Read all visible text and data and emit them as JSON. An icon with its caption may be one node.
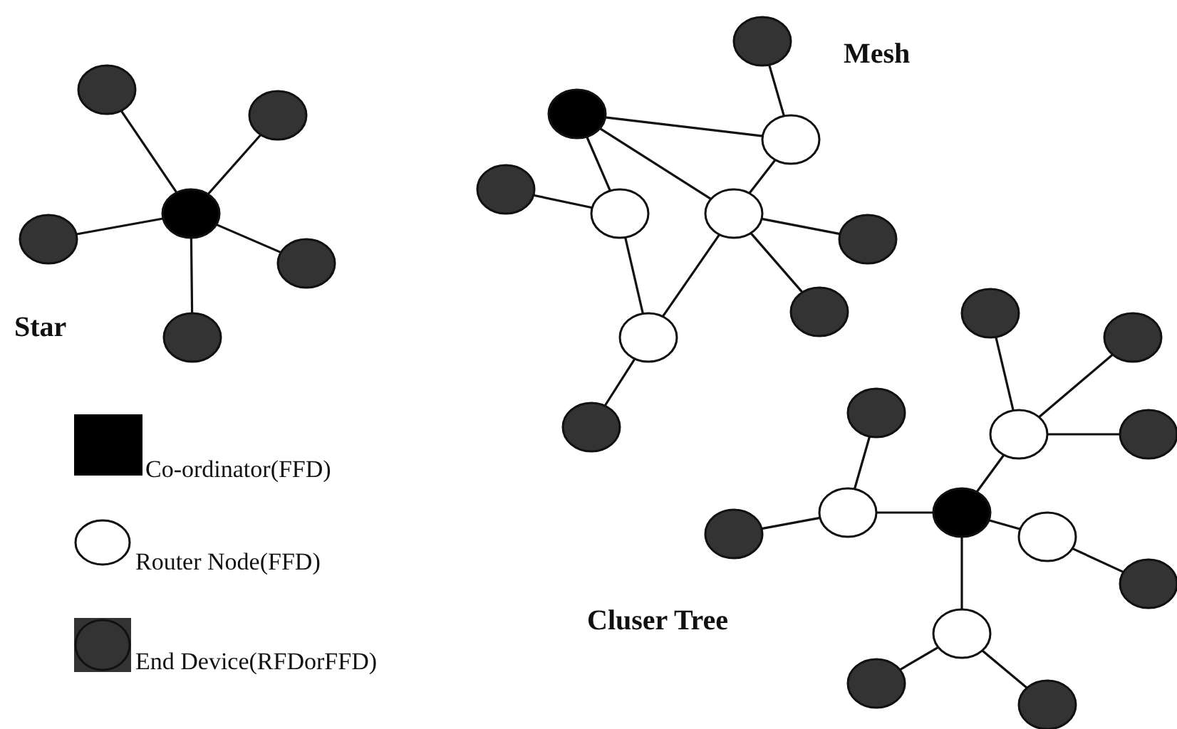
{
  "diagram": {
    "nodes": [
      {
        "text": [],
        "shape": "circle"
      },
      {
        "text": [],
        "shape": "circle"
      },
      {
        "text": [],
        "shape": "circle"
      },
      {
        "text": [],
        "shape": "circle"
      },
      {
        "text": [],
        "shape": "circle"
      },
      {
        "text": [],
        "shape": "circle"
      },
      {
        "text": [],
        "shape": "circle"
      },
      {
        "text": [],
        "shape": "circle"
      },
      {
        "text": [],
        "shape": "circle"
      },
      {
        "text": [],
        "shape": "circle"
      },
      {
        "text": [],
        "shape": "circle"
      },
      {
        "text": [],
        "shape": "circle"
      },
      {
        "text": [],
        "shape": "circle"
      },
      {
        "text": [],
        "shape": "circle"
      },
      {
        "text": [],
        "shape": "circle"
      },
      {
        "text": [],
        "shape": "circle"
      },
      {
        "text": [],
        "shape": "circle"
      },
      {
        "text": [],
        "shape": "circle"
      },
      {
        "text": [],
        "shape": "circle"
      },
      {
        "text": [],
        "shape": "circle"
      },
      {
        "text": [],
        "shape": "circle"
      },
      {
        "text": [],
        "shape": "circle"
      },
      {
        "text": [],
        "shape": "circle"
      },
      {
        "text": [],
        "shape": "circle"
      },
      {
        "text": [],
        "shape": "circle"
      },
      {
        "text": [],
        "shape": "circle"
      },
      {
        "text": [],
        "shape": "circle"
      },
      {
        "text": [],
        "shape": "circle"
      },
      {
        "text": [],
        "shape": "circle"
      }
    ],
    "edges": [
      {
        "from": 0,
        "to": 1,
        "arrow": "none"
      },
      {
        "from": 0,
        "to": 2,
        "arrow": "none"
      },
      {
        "from": 0,
        "to": 3,
        "arrow": "none"
      },
      {
        "from": 0,
        "to": 4,
        "arrow": "none"
      },
      {
        "from": 0,
        "to": 5,
        "arrow": "none"
      },
      {
        "from": 7,
        "to": 8,
        "arrow": "none"
      },
      {
        "from": 6,
        "to": 8,
        "arrow": "none"
      },
      {
        "from": 6,
        "to": 10,
        "arrow": "none"
      },
      {
        "from": 6,
        "to": 11,
        "arrow": "none"
      },
      {
        "from": 8,
        "to": 11,
        "arrow": "none"
      },
      {
        "from": 9,
        "to": 10,
        "arrow": "none"
      },
      {
        "from": 10,
        "to": 14,
        "arrow": "none"
      },
      {
        "from": 11,
        "to": 14,
        "arrow": "none"
      },
      {
        "from": 11,
        "to": 12,
        "arrow": "none"
      },
      {
        "from": 11,
        "to": 13,
        "arrow": "none"
      },
      {
        "from": 14,
        "to": 15,
        "arrow": "none"
      },
      {
        "from": 16,
        "to": 17,
        "arrow": "none"
      },
      {
        "from": 16,
        "to": 18,
        "arrow": "none"
      },
      {
        "from": 16,
        "to": 19,
        "arrow": "none"
      },
      {
        "from": 16,
        "to": 20,
        "arrow": "none"
      },
      {
        "from": 17,
        "to": 21,
        "arrow": "none"
      },
      {
        "from": 17,
        "to": 22,
        "arrow": "none"
      },
      {
        "from": 18,
        "to": 23,
        "arrow": "none"
      },
      {
        "from": 18,
        "to": 24,
        "arrow": "none"
      },
      {
        "from": 18,
        "to": 25,
        "arrow": "none"
      },
      {
        "from": 19,
        "to": 26,
        "arrow": "none"
      },
      {
        "from": 20,
        "to": 27,
        "arrow": "none"
      },
      {
        "from": 20,
        "to": 28,
        "arrow": "none"
      }
    ],
    "labels": [
      "Mesh",
      "Star",
      "Cluser Tree"
    ],
    "legend": [
      {
        "text": "Co-ordinator(FFD)",
        "color": "#000000"
      },
      {
        "text": "Router Node(FFD)"
      },
      {
        "text": "End Device(RFDorFFD)",
        "color": "#333333"
      }
    ]
  }
}
